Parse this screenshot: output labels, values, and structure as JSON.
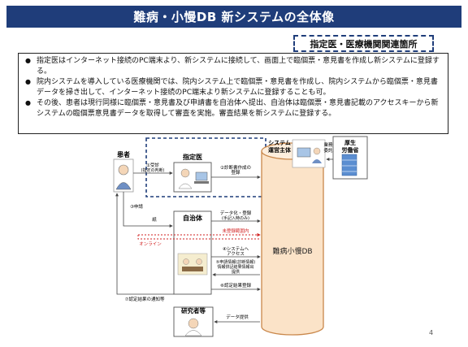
{
  "title": "難病・小慢DB 新システムの全体像",
  "dashed_label": "指定医・医療機関関連箇所",
  "bullets": [
    "指定医はインターネット接続のPC端末より、新システムに接続して、画面上で臨個票・意見書を作成し新システムに登録する。",
    "院内システムを導入している医療機関では、院内システム上で臨個票・意見書を作成し、院内システムから臨個票・意見書データを掃き出して、インターネット接続のPC端末より新システムに登録することも可。",
    "その後、患者は現行同様に臨個票・意見書及び申請書を自治体へ提出、自治体は臨個票・意見書記載のアクセスキーから新システムの臨個票意見書データを取得して審査を実施。審査結果を新システムに登録する。"
  ],
  "nodes": {
    "patient": "患者",
    "doctor": "指定医",
    "municipality": "自治体",
    "researcher": "研究者等",
    "operator_line1": "システム",
    "operator_line2": "運営主体",
    "mhlw_line1": "厚生",
    "mhlw_line2": "労働省",
    "db": "難病小慢DB"
  },
  "edges": {
    "visit": "①受診",
    "visit_sub": "(指定の判断)",
    "register_doc": "②診断書作成の",
    "register_doc2": "登録",
    "apply": "③申請",
    "paper": "紙",
    "data_reg": "データ化・登録",
    "data_reg_sub": "(手記入時のみ)",
    "unreg": "未登録範囲内",
    "online": "オンライン",
    "access": "④システムへ",
    "access2": "アクセス",
    "fetch1": "⑤申請情報(診断情報)",
    "fetch2": "情報併記結果情報出",
    "fetch3": "提供",
    "result_reg": "⑥認定結果登録",
    "notify": "⑦認定結果の通知等",
    "data_provide": "データ提供",
    "commission1": "業務",
    "commission2": "委託"
  },
  "page_number": "4",
  "colors": {
    "title_bg": "#1f3d7a",
    "db_fill": "#fbe3c8",
    "db_stroke": "#c9874a",
    "dashed": "#1f3d7a",
    "online_red": "#d22222"
  }
}
